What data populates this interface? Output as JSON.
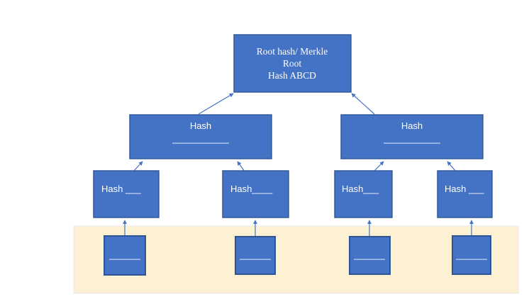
{
  "diagram": {
    "type": "merkle-tree",
    "colors": {
      "box_fill": "#4472C4",
      "box_border": "#2F5597",
      "arrow": "#4472C4",
      "band_fill": "#FCF2D3",
      "band_edge": "#E8E8E8",
      "text": "#FFFFFF",
      "background": "#FFFFFF"
    },
    "root_box": {
      "line1": "Root hash/ Merkle",
      "line2": "Root",
      "line3": "Hash ABCD"
    },
    "level2": {
      "left": {
        "label": "Hash",
        "blank": "___________"
      },
      "right": {
        "label": "Hash",
        "blank": "___________"
      }
    },
    "level3": {
      "a": {
        "label": "Hash ___"
      },
      "b": {
        "label": "Hash____"
      },
      "c": {
        "label": "Hash___"
      },
      "d": {
        "label": "Hash ___"
      }
    },
    "leaves": {
      "a": {
        "blank": "______"
      },
      "b": {
        "blank": "______"
      },
      "c": {
        "blank": "______"
      },
      "d": {
        "blank": "______"
      }
    }
  }
}
